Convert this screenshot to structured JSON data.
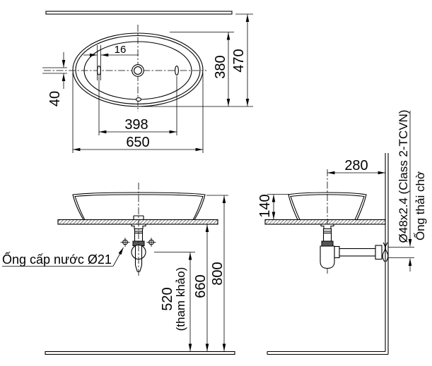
{
  "colors": {
    "background": "#ffffff",
    "line": "#000000",
    "hatch": "#333333"
  },
  "top_view": {
    "dims": {
      "faucet_hole_width": "16",
      "hole_height": "40",
      "hole_spacing": "398",
      "overall_width": "650",
      "bowl_depth": "380",
      "total_depth_from_wall": "470"
    }
  },
  "front_view": {
    "supply_label": "Ống cấp nước Ø21",
    "height_reference": "520",
    "height_reference_note": "(tham khảo)",
    "drain_outlet_height": "660",
    "rim_height": "800"
  },
  "side_view": {
    "center_to_wall": "280",
    "basin_height": "140",
    "drain_pipe_spec": "Ø48x2.4 (Class 2-TCVN)",
    "drain_outlet_label": "Ống thải chờ"
  }
}
